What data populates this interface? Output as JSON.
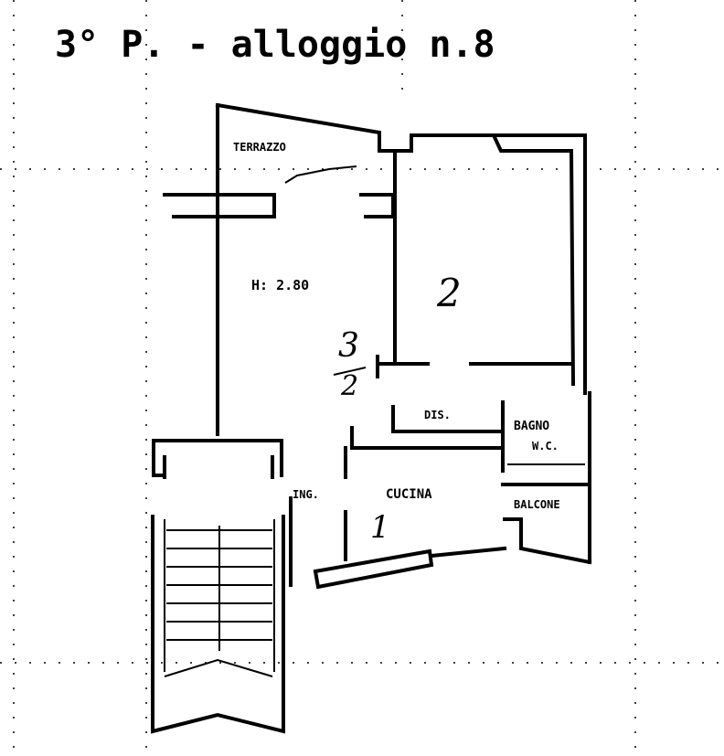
{
  "title": "3° P. - alloggio n.8",
  "rooms": {
    "terrace": "TERRAZZO",
    "height": "H: 2.80",
    "room2_number": "2",
    "room3_number": "3",
    "room3_sub": "2",
    "hall": "DIS.",
    "bathroom": "BAGNO",
    "wc": "W.C.",
    "entrance": "ING.",
    "kitchen": "CUCINA",
    "kitchen_number": "1",
    "balcony": "BALCONE"
  }
}
